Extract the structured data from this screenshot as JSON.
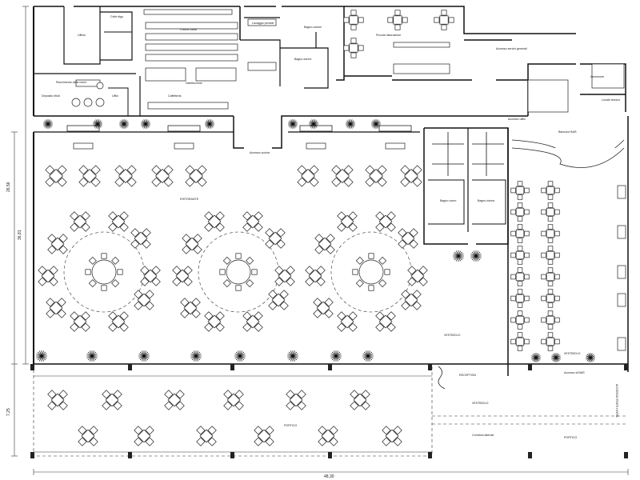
{
  "labels": {
    "spogliatoi": "Ufficio",
    "celle": "Celle frigo",
    "cucina": "Cucina calda",
    "lavaggio": "Lavaggio pentole",
    "bagno_uomini": "Bagno uomini",
    "bagno_donne": "Bagno donne",
    "piccola_ristorazione": "Piccola ristorazione",
    "accesso_servizi": "Accesso servizi generali",
    "distribuzione": "Distribuzione",
    "ricevimento": "Ricevimento delle merci",
    "deposito_rifiuti": "Deposito rifiuti",
    "uffici": "Uffici",
    "caffetteria": "Caffetteria",
    "scale_ascensore": "Ascensore",
    "accesso_bar": "Locale tecnico",
    "accesso_cucina": "Accesso cucina",
    "ristorante": "RISTORANTE",
    "bagno_uomo_2": "Bagno uomo",
    "bagno_donne_2": "Bagno donne",
    "bancone_bar": "Bancone BAR",
    "accesso_uffici": "Accesso uffici",
    "vestibolo_1": "VESTIBOLO",
    "vestibolo_2": "VESTIBOLO",
    "vestibolo_3": "VESTIBOLO",
    "reception": "RECEPTION",
    "accesso_bar_2": "Accesso al BAR",
    "accesso_hotel": "ACCESSO POSTI HOTEL",
    "portico_1": "PORTICO",
    "portico_2": "PORTICO",
    "corridoio": "Corridoio laterale"
  },
  "dimensions": {
    "left_top": "26,56",
    "left_total": "36,81",
    "left_bottom": "7,25",
    "bottom_total": "48,30"
  }
}
